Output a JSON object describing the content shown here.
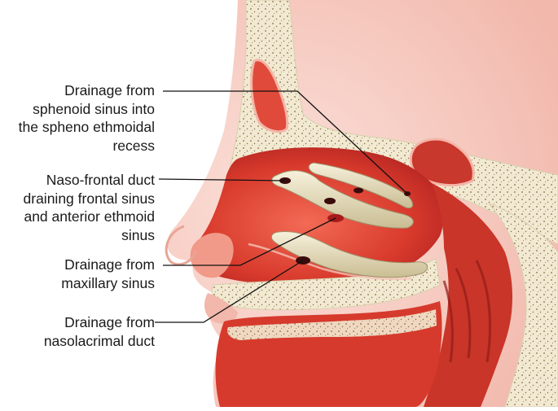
{
  "labels": {
    "sphenoid": "Drainage from\nsphenoid sinus into\nthe spheno ethmoidal\nrecess",
    "nasofrontal": "Naso-frontal duct\ndraining frontal sinus\nand anterior ethmoid\nsinus",
    "maxillary": "Drainage from\nmaxillary sinus",
    "nasolacrimal": "Drainage from\nnasolacrimal duct"
  },
  "colors": {
    "mucosa": "#d93a2e",
    "mucosa_dark": "#b22222",
    "mucosa_light": "#f08070",
    "bone": "#f1e9d2",
    "bone_dots": "#8a6a3a",
    "turbinate": "#e8e0c2",
    "skin": "#f8d0c8",
    "leader": "#111111"
  }
}
